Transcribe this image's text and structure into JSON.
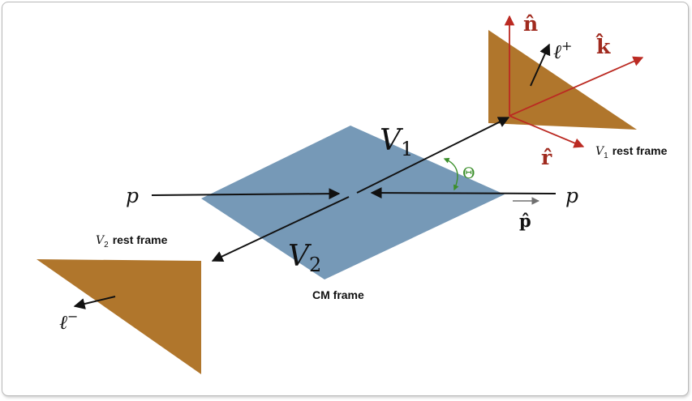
{
  "colors": {
    "cm_plane": "#6f93b3",
    "rest_frame": "#b0762c",
    "axis_red": "#bb2a22",
    "theta_green": "#3b8f2b",
    "arrow_black": "#111111",
    "p_hat_arrow": "#707070"
  },
  "labels": {
    "p_left": "p",
    "p_right": "p",
    "V1": "V",
    "V1_sub": "1",
    "V2": "V",
    "V2_sub": "2",
    "theta": "Θ",
    "p_hat": "p̂",
    "cm_frame": "CM frame",
    "v1_rest_V": "V",
    "v1_rest_sub": "1",
    "v1_rest_text": "rest frame",
    "v2_rest_V": "V",
    "v2_rest_sub": "2",
    "v2_rest_text": "rest frame",
    "n_hat": "n̂",
    "k_hat": "k̂",
    "r_hat": "r̂",
    "lepton_plus": "ℓ",
    "lepton_plus_sup": "+",
    "lepton_minus": "ℓ",
    "lepton_minus_sup": "−"
  }
}
